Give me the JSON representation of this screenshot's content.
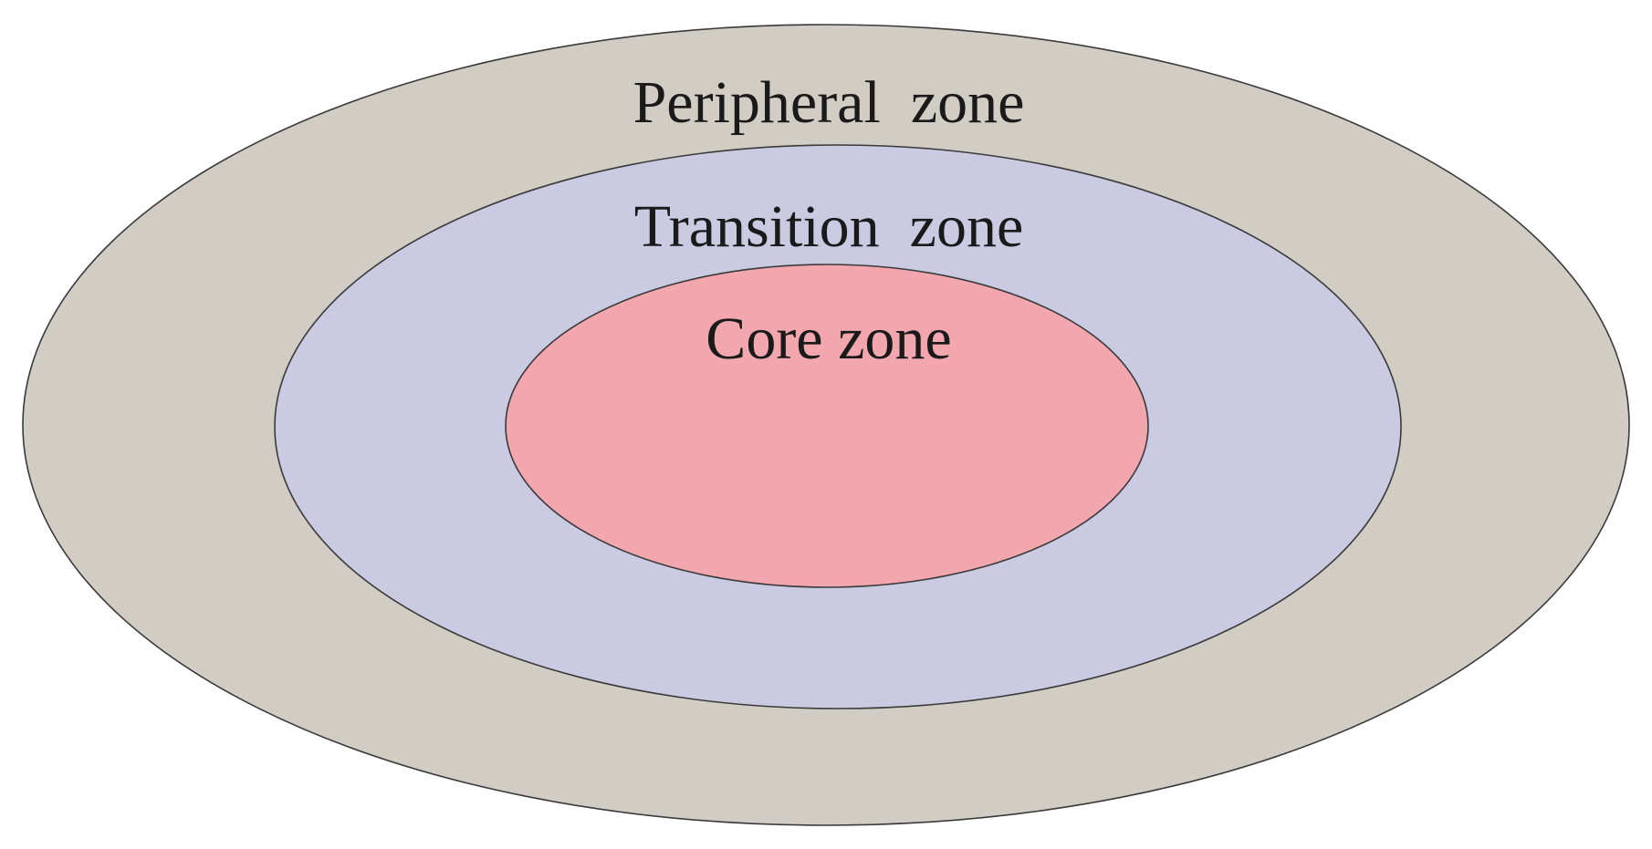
{
  "zones": {
    "peripheral": {
      "label": "Peripheral  zone",
      "color": "#d1cdc4"
    },
    "transition": {
      "label": "Transition  zone",
      "color": "#cacbe3"
    },
    "core": {
      "label": "Core zone",
      "color": "#f2a6ad"
    }
  },
  "style": {
    "outline_color": "#3a3a3a",
    "text_color": "#1a1a1a",
    "background": "#ffffff"
  }
}
